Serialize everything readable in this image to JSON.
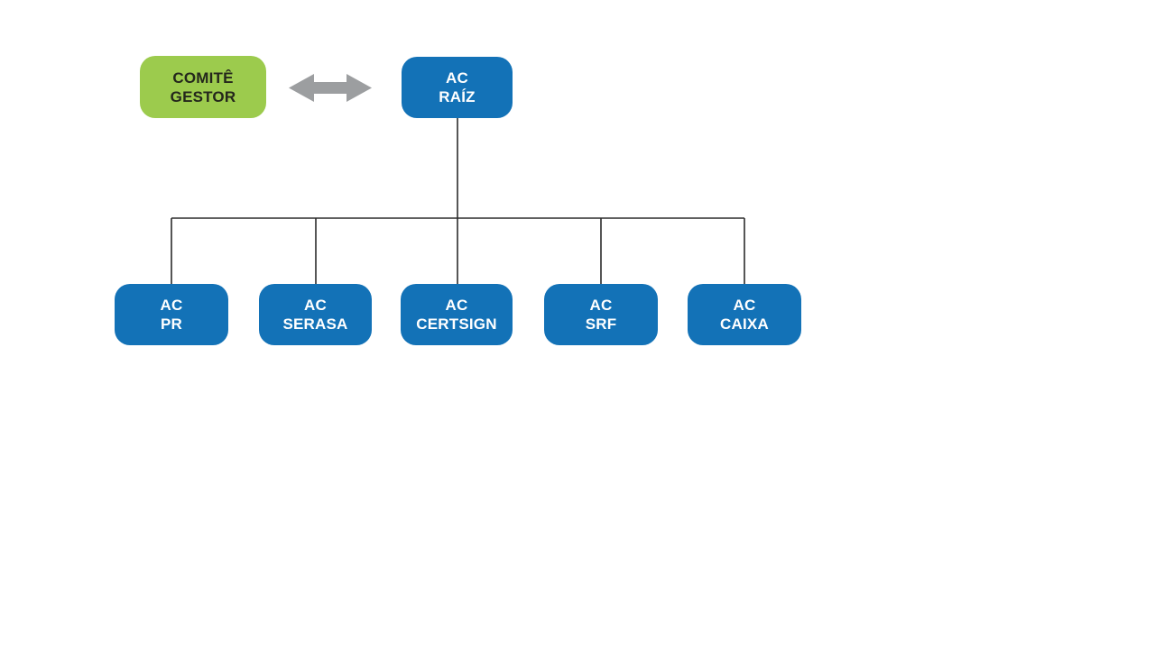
{
  "diagram": {
    "description": "ICP-Brasil certificate authority hierarchy organogram",
    "colors": {
      "background": "#ffffff",
      "committee_fill": "#9ccb4d",
      "committee_text": "#24271c",
      "ac_fill": "#1372b7",
      "ac_text": "#ffffff",
      "arrow_gray": "#9c9ea0",
      "connector_line": "#2b2b2b"
    },
    "committee": {
      "line1": "COMITÊ",
      "line2": "GESTOR"
    },
    "root": {
      "line1": "AC",
      "line2": "RAÍZ"
    },
    "children": [
      {
        "line1": "AC",
        "line2": "PR"
      },
      {
        "line1": "AC",
        "line2": "SERASA"
      },
      {
        "line1": "AC",
        "line2": "CERTSIGN"
      },
      {
        "line1": "AC",
        "line2": "SRF"
      },
      {
        "line1": "AC",
        "line2": "CAIXA"
      }
    ],
    "icons": {
      "bidirectional_arrow": "double-headed horizontal arrow between COMITÊ GESTOR and AC RAÍZ"
    }
  }
}
